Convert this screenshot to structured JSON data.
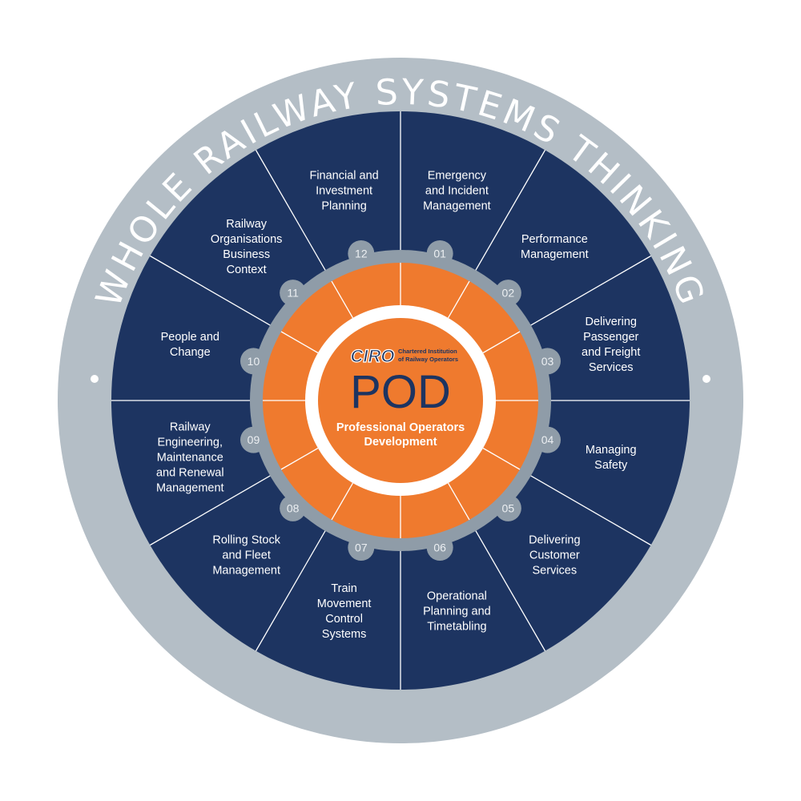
{
  "ring_title": "WHOLE RAILWAY SYSTEMS THINKING",
  "center": {
    "logo": "CIRO",
    "logo_caption_line1": "Chartered Institution",
    "logo_caption_line2": "of Railway Operators",
    "title": "POD",
    "subtitle_line1": "Professional Operators",
    "subtitle_line2": "Development"
  },
  "segments": [
    {
      "number": "01",
      "lines": [
        "Emergency",
        "and Incident",
        "Management"
      ]
    },
    {
      "number": "02",
      "lines": [
        "Performance",
        "Management"
      ]
    },
    {
      "number": "03",
      "lines": [
        "Delivering",
        "Passenger",
        "and Freight",
        "Services"
      ]
    },
    {
      "number": "04",
      "lines": [
        "Managing",
        "Safety"
      ]
    },
    {
      "number": "05",
      "lines": [
        "Delivering",
        "Customer",
        "Services"
      ]
    },
    {
      "number": "06",
      "lines": [
        "Operational",
        "Planning and",
        "Timetabling"
      ]
    },
    {
      "number": "07",
      "lines": [
        "Train",
        "Movement",
        "Control",
        "Systems"
      ]
    },
    {
      "number": "08",
      "lines": [
        "Rolling Stock",
        "and Fleet",
        "Management"
      ]
    },
    {
      "number": "09",
      "lines": [
        "Railway",
        "Engineering,",
        "Maintenance",
        "and Renewal",
        "Management"
      ]
    },
    {
      "number": "10",
      "lines": [
        "People and",
        "Change"
      ]
    },
    {
      "number": "11",
      "lines": [
        "Railway",
        "Organisations",
        "Business",
        "Context"
      ]
    },
    {
      "number": "12",
      "lines": [
        "Financial and",
        "Investment",
        "Planning"
      ]
    }
  ],
  "colors": {
    "outer_ring": "#b4bec6",
    "segment_fill": "#1d3461",
    "gear": "#8f9ca8",
    "orange": "#ef7a2e",
    "white": "#ffffff",
    "navy_text": "#1d3461"
  }
}
